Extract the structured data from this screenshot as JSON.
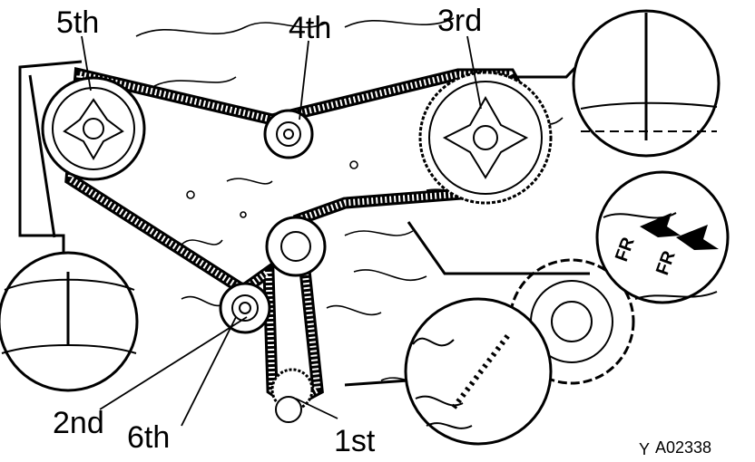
{
  "labels": {
    "first": "1st",
    "second": "2nd",
    "third": "3rd",
    "fourth": "4th",
    "fifth": "5th",
    "sixth": "6th"
  },
  "figure_code": "A02338",
  "figure_mark": "Y",
  "front_arrow_text": "FR",
  "colors": {
    "ink": "#000000",
    "paper": "#ffffff"
  }
}
